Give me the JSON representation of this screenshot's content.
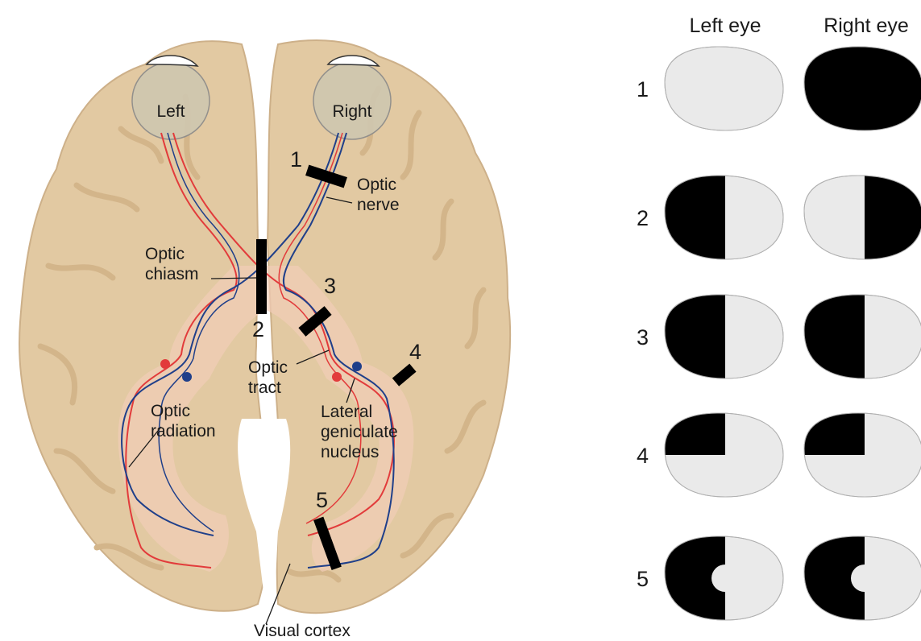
{
  "brain": {
    "eyes": {
      "left": "Left",
      "right": "Right"
    },
    "labels": {
      "optic_nerve": [
        "Optic",
        "nerve"
      ],
      "optic_chiasm": [
        "Optic",
        "chiasm"
      ],
      "optic_tract": [
        "Optic",
        "tract"
      ],
      "optic_radiation": [
        "Optic",
        "radiation"
      ],
      "lgn": [
        "Lateral",
        "geniculate",
        "nucleus"
      ],
      "visual_cortex": "Visual cortex"
    },
    "lesions": [
      "1",
      "2",
      "3",
      "4",
      "5"
    ]
  },
  "field_table": {
    "headers": {
      "left": "Left eye",
      "right": "Right eye"
    },
    "rows": [
      {
        "label": "1",
        "left": "none",
        "right": "full"
      },
      {
        "label": "2",
        "left": "left-half",
        "right": "right-half"
      },
      {
        "label": "3",
        "left": "left-half",
        "right": "left-half"
      },
      {
        "label": "4",
        "left": "upper-left-quadrant",
        "right": "upper-left-quadrant"
      },
      {
        "label": "5",
        "left": "left-half-macular-sparing",
        "right": "left-half-macular-sparing"
      }
    ]
  },
  "colors": {
    "brain": "#e2c9a2",
    "cortex_fold": "#d3b58a",
    "red_fiber": "#e23b3b",
    "blue_fiber": "#1f3f8a",
    "field_loss": "#000000",
    "field_intact": "#eaeaea"
  }
}
